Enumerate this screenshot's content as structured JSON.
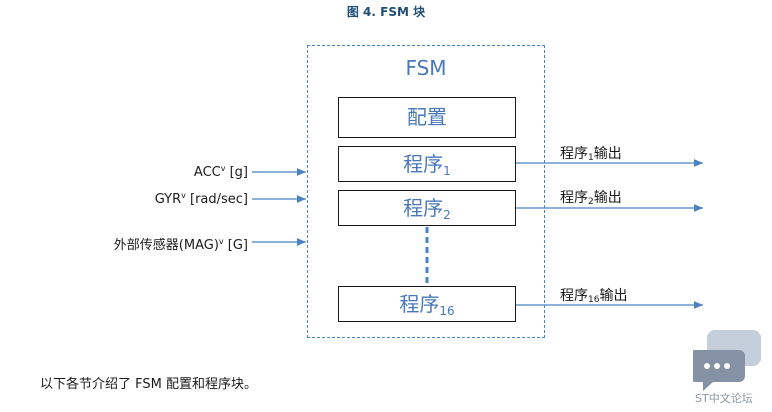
{
  "figure": {
    "title": "图 4. FSM 块"
  },
  "fsm": {
    "label": "FSM",
    "config_label": "配置",
    "program_label": "程序",
    "programs": [
      {
        "sub": "1"
      },
      {
        "sub": "2"
      },
      {
        "sub": "16"
      }
    ]
  },
  "inputs": [
    {
      "main": "ACC",
      "sup": "v",
      "unit": " [g]"
    },
    {
      "main": "GYR",
      "sup": "v",
      "unit": " [rad/sec]"
    },
    {
      "main": "外部传感器(MAG)",
      "sup": "v",
      "unit": " [G]"
    }
  ],
  "outputs": [
    {
      "prefix": "程序",
      "sub": "1",
      "suffix": "输出"
    },
    {
      "prefix": "程序",
      "sub": "2",
      "suffix": "输出"
    },
    {
      "prefix": "程序",
      "sub": "16",
      "suffix": "输出"
    }
  ],
  "footer": {
    "text": "以下各节介绍了 FSM 配置和程序块。"
  },
  "watermark": {
    "text": "ST中文论坛"
  },
  "colors": {
    "accent": "#4a82c3",
    "label_blue": "#4a78b8",
    "title_blue": "#1f4e79"
  }
}
